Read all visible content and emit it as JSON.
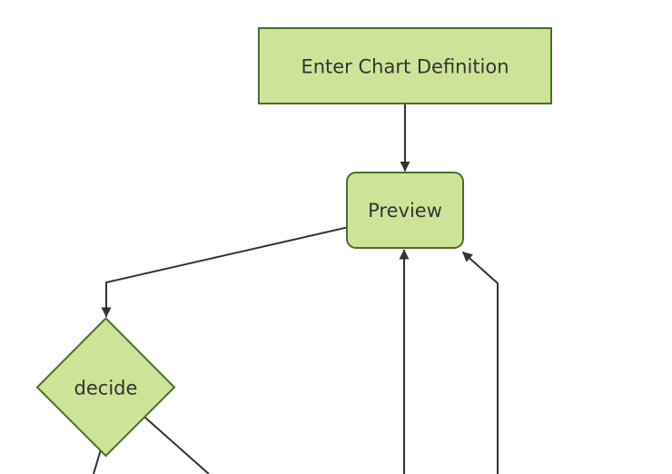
{
  "diagram": {
    "type": "flowchart",
    "direction": "top-down",
    "nodes": [
      {
        "id": "A",
        "label": "Enter Chart Definition",
        "shape": "rectangle"
      },
      {
        "id": "B",
        "label": "Preview",
        "shape": "rounded-rectangle"
      },
      {
        "id": "C",
        "label": "decide",
        "shape": "diamond"
      }
    ],
    "edges": [
      {
        "from": "Enter Chart Definition",
        "to": "Preview",
        "arrowhead": true
      },
      {
        "from": "Preview",
        "to": "decide",
        "arrowhead": true
      },
      {
        "from": "offscreen-bottom-center",
        "to": "Preview",
        "arrowhead": true
      },
      {
        "from": "offscreen-bottom-right",
        "to": "Preview",
        "arrowhead": true
      },
      {
        "from": "decide",
        "to": "offscreen-bottom-left",
        "arrowhead": false
      },
      {
        "from": "decide",
        "to": "offscreen-bottom-right",
        "arrowhead": false
      }
    ],
    "colors": {
      "background": "#ffffff",
      "node_fill": "#cde498",
      "node_border": "#48702a",
      "edge": "#333333",
      "text": "#333333"
    }
  }
}
